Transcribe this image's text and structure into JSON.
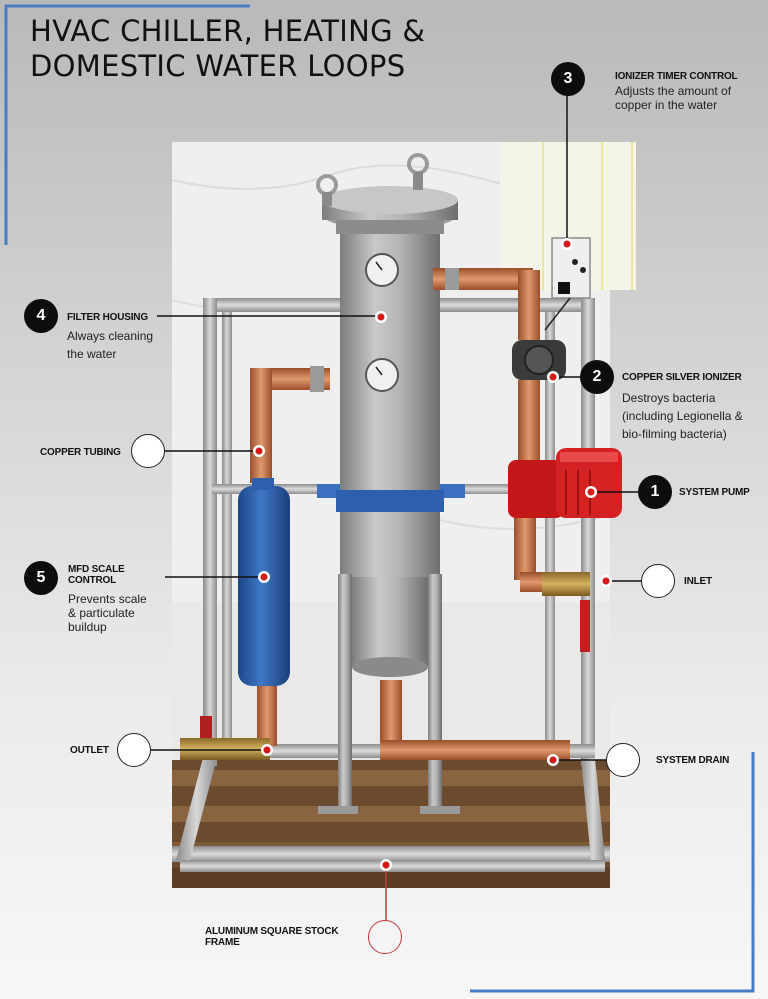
{
  "title": {
    "line1": "HVAC CHILLER, HEATING &",
    "line2": "DOMESTIC WATER LOOPS"
  },
  "callouts": {
    "ionizer_timer": {
      "number": "3",
      "label": "IONIZER TIMER CONTROL",
      "desc1": "Adjusts the amount of",
      "desc2": "copper in the water"
    },
    "filter_housing": {
      "number": "4",
      "label": "FILTER HOUSING",
      "desc1": "Always cleaning",
      "desc2": "the water"
    },
    "copper_silver_ionizer": {
      "number": "2",
      "label": "COPPER SILVER IONIZER",
      "desc1": "Destroys bacteria",
      "desc2": "(including Legionella  &",
      "desc3": "bio-filming bacteria)"
    },
    "copper_tubing": {
      "label": "COPPER TUBING"
    },
    "system_pump": {
      "number": "1",
      "label": "SYSTEM PUMP"
    },
    "mfd_scale": {
      "number": "5",
      "label1": "MFD  SCALE",
      "label2": "CONTROL",
      "desc1": "Prevents scale",
      "desc2": "& particulate",
      "desc3": "buildup"
    },
    "inlet": {
      "label": "INLET"
    },
    "outlet": {
      "label": "OUTLET"
    },
    "system_drain": {
      "label": "SYSTEM DRAIN"
    },
    "frame": {
      "label1": "ALUMINUM SQUARE STOCK",
      "label2": "FRAME"
    }
  },
  "colors": {
    "accent_blue": "#4a7cc4",
    "marker_red": "#d21a1a",
    "leader_red": "#c43a3a",
    "copper": "#c9764a",
    "steel": "#a8a8a8",
    "pump_red": "#cc1a1a",
    "scale_blue": "#2a5ea8"
  }
}
